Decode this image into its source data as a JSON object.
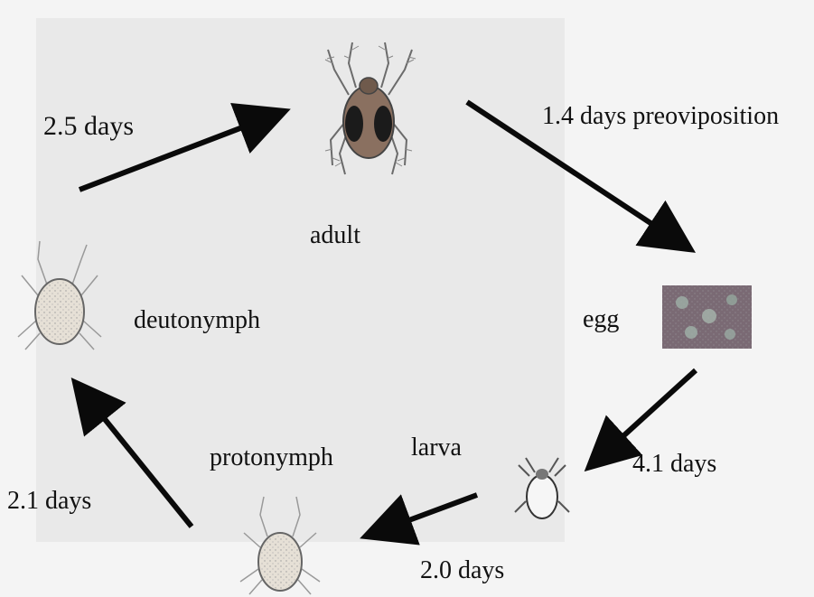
{
  "diagram": {
    "stages": {
      "adult": "adult",
      "egg": "egg",
      "larva": "larva",
      "protonymph": "protonymph",
      "deutonymph": "deutonymph"
    },
    "durations": {
      "deutonymph_to_adult": "2.5 days",
      "adult_to_egg": "1.4 days preoviposition",
      "egg_to_larva": "4.1 days",
      "larva_to_protonymph": "2.0 days",
      "protonymph_to_deutonymph": "2.1 days"
    }
  },
  "colors": {
    "background": "#f4f4f4",
    "panel": "#e9e9e9",
    "arrow": "#0a0a0a",
    "adult_body": "#8a7060",
    "egg_image": "#7a6a74"
  },
  "icons": [
    "adult-mite-icon",
    "egg-photo-icon",
    "larva-mite-icon",
    "protonymph-mite-icon",
    "deutonymph-mite-icon"
  ]
}
